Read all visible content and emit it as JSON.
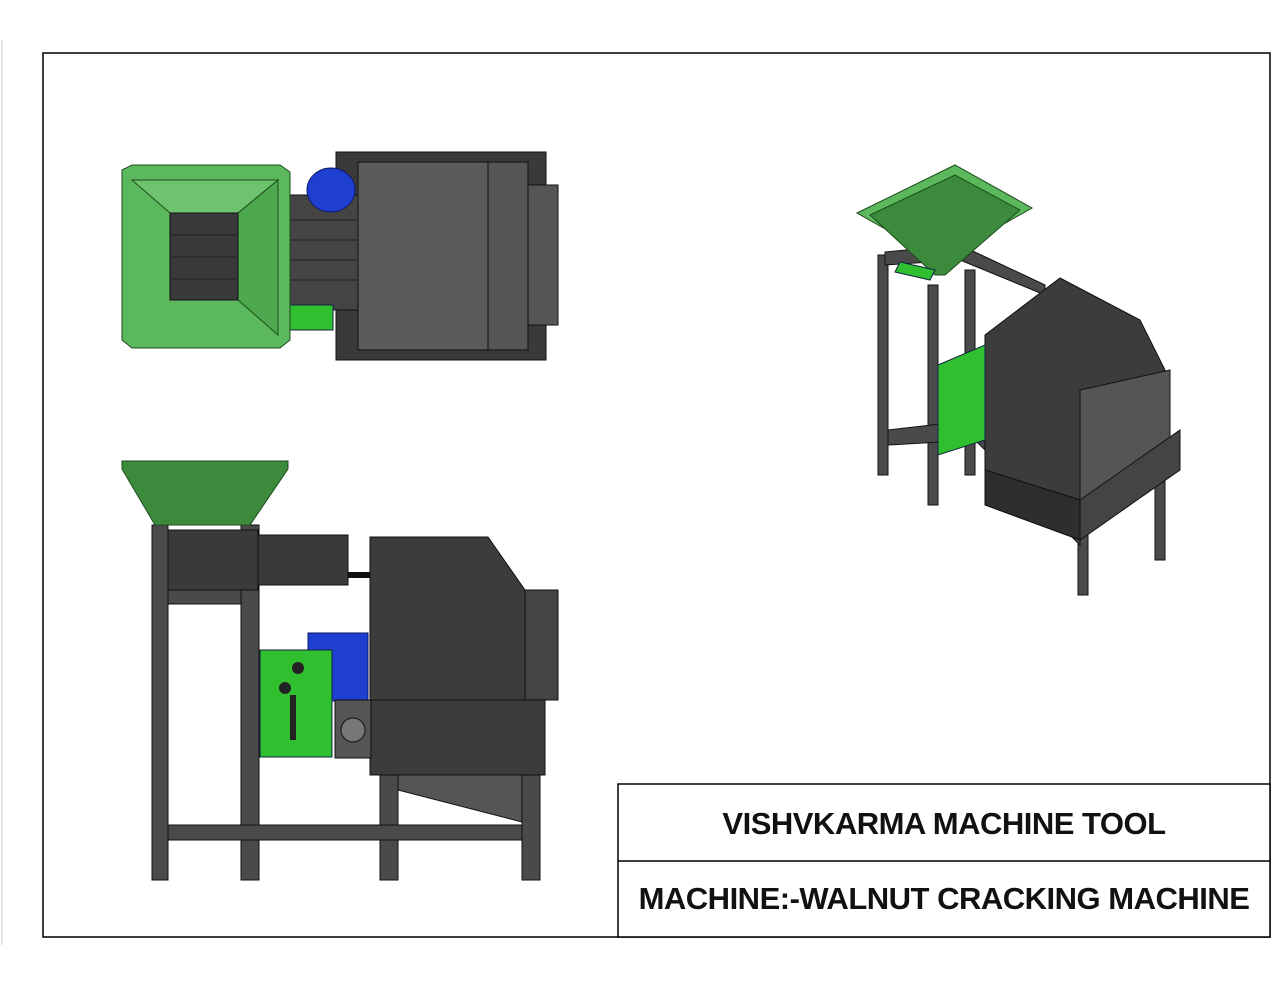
{
  "title_block": {
    "company": "VISHVKARMA MACHINE TOOL",
    "machine": "MACHINE:-WALNUT CRACKING MACHINE"
  },
  "views": [
    "top-view",
    "front-view",
    "isometric-view"
  ],
  "colors": {
    "frame": "#4a4a4a",
    "housing": "#3c3c3c",
    "hopper": "#5cb85c",
    "control_panel": "#2fbf2f",
    "motor": "#1f3fd0",
    "border": "#000000"
  }
}
